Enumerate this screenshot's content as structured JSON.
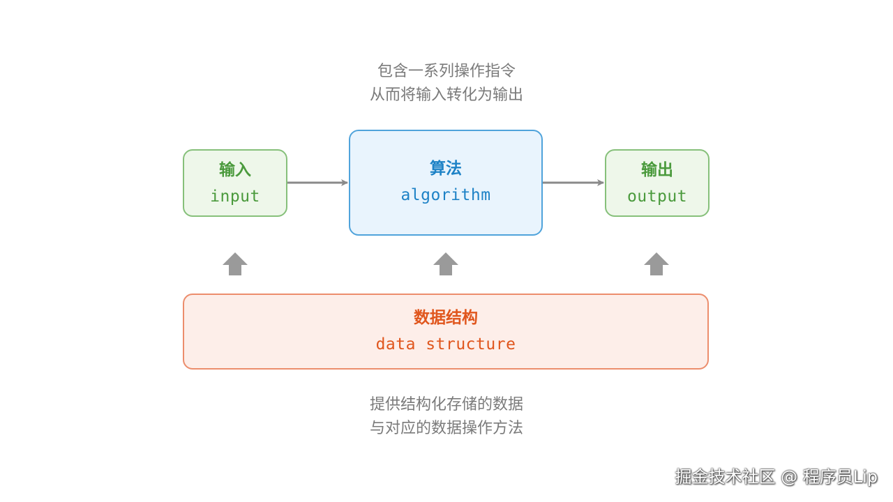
{
  "captions": {
    "top": [
      "包含一系列操作指令",
      "从而将输入转化为输出"
    ],
    "bottom": [
      "提供结构化存储的数据",
      "与对应的数据操作方法"
    ]
  },
  "input": {
    "title": "输入",
    "subtitle": "input"
  },
  "algorithm": {
    "title": "算法",
    "subtitle": "algorithm"
  },
  "output": {
    "title": "输出",
    "subtitle": "output"
  },
  "data_structure": {
    "title": "数据结构",
    "subtitle": "data structure"
  },
  "watermark": "掘金技术社区 @ 程序员Lip",
  "colors": {
    "green_text": "#4a9a3c",
    "green_fill": "#eef7ea",
    "green_border": "#86c07a",
    "blue_text": "#1e82c6",
    "blue_fill": "#e9f4fd",
    "blue_border": "#4fa3db",
    "orange_text": "#e0561d",
    "orange_fill": "#fdeee9",
    "orange_border": "#ec8d6c",
    "arrow": "#8a8a8a",
    "caption": "#7a7a7a"
  }
}
